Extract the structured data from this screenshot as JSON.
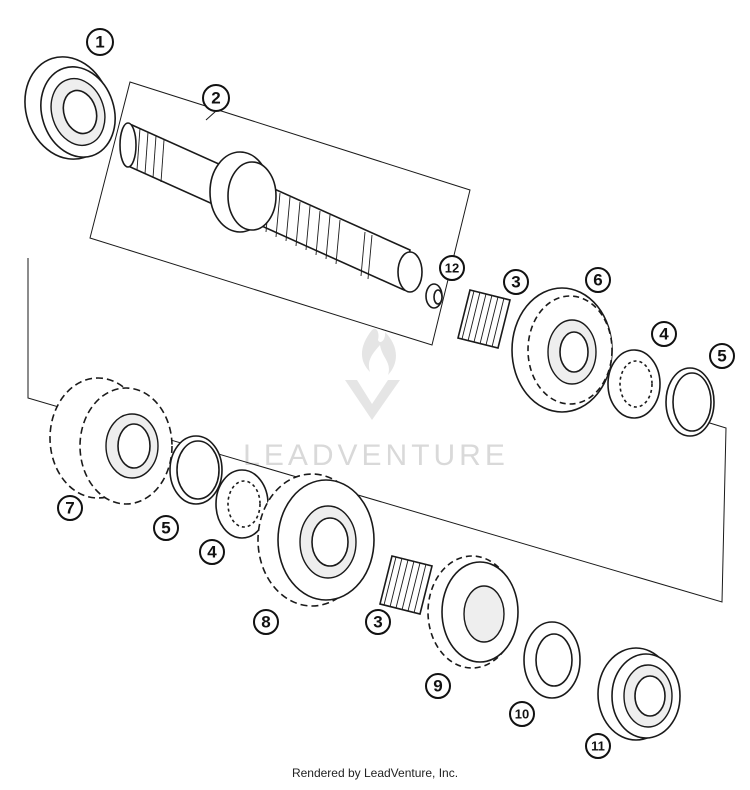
{
  "diagram": {
    "callouts": [
      {
        "key": "1",
        "label": "1"
      },
      {
        "key": "2",
        "label": "2"
      },
      {
        "key": "3a",
        "label": "3"
      },
      {
        "key": "6",
        "label": "6"
      },
      {
        "key": "12",
        "label": "12"
      },
      {
        "key": "4a",
        "label": "4"
      },
      {
        "key": "5a",
        "label": "5"
      },
      {
        "key": "7",
        "label": "7"
      },
      {
        "key": "5b",
        "label": "5"
      },
      {
        "key": "4b",
        "label": "4"
      },
      {
        "key": "8",
        "label": "8"
      },
      {
        "key": "3b",
        "label": "3"
      },
      {
        "key": "9",
        "label": "9"
      },
      {
        "key": "10",
        "label": "10"
      },
      {
        "key": "11",
        "label": "11"
      }
    ],
    "watermark": "LEADVENTURE",
    "footer": "Rendered by LeadVenture, Inc."
  }
}
